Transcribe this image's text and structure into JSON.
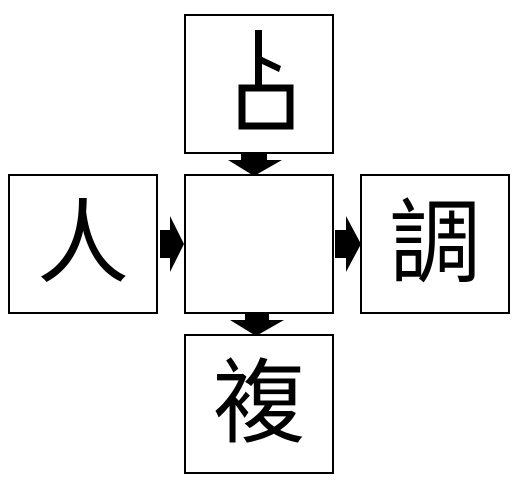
{
  "cells": {
    "top": "",
    "left": "人",
    "center": "",
    "right": "調",
    "bottom": "複"
  },
  "colors": {
    "line": "#000000",
    "background": "#ffffff"
  }
}
